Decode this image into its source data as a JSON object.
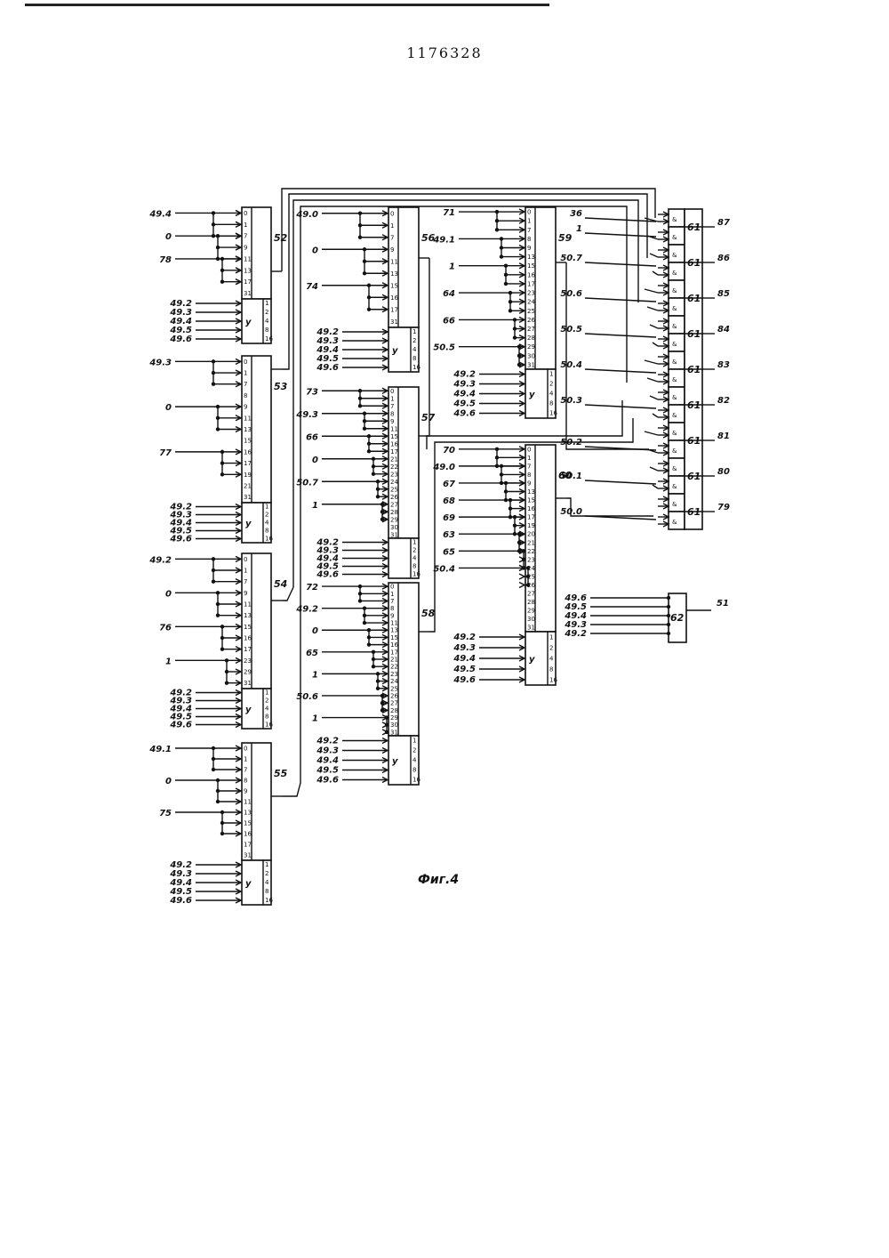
{
  "patent_number": "1176328",
  "caption": "Фиг.4",
  "blocks": [
    {
      "id": "52",
      "box": "52",
      "dec": "у",
      "inputs": [
        [
          "49.4",
          "1"
        ],
        [
          "0",
          "7"
        ],
        [
          "78",
          "11"
        ]
      ],
      "pins": [
        "0",
        "1",
        "7",
        "9",
        "11",
        "13",
        "17",
        "31"
      ],
      "dec_in": [
        "49.2",
        "49.3",
        "49.4",
        "49.5",
        "49.6"
      ],
      "dec_out": [
        "1",
        "2",
        "4",
        "8",
        "16"
      ]
    },
    {
      "id": "53",
      "box": "53",
      "dec": "у",
      "inputs": [
        [
          "49.3",
          "1"
        ],
        [
          "0",
          "5"
        ],
        [
          "77",
          "10"
        ]
      ],
      "pins": [
        "0",
        "1",
        "7",
        "8",
        "9",
        "11",
        "13",
        "15",
        "16",
        "17",
        "19",
        "21",
        "31"
      ],
      "dec_in": [
        "49.2",
        "49.3",
        "49.4",
        "49.5",
        "49.6"
      ],
      "dec_out": [
        "1",
        "2",
        "4",
        "8",
        "16"
      ]
    },
    {
      "id": "54",
      "box": "54",
      "dec": "у",
      "inputs": [
        [
          "49.2",
          "1"
        ],
        [
          "0",
          "5"
        ],
        [
          "76",
          "10"
        ],
        [
          "1",
          "20"
        ]
      ],
      "pins": [
        "0",
        "1",
        "7",
        "9",
        "11",
        "13",
        "15",
        "16",
        "17",
        "23",
        "29",
        "31"
      ],
      "dec_in": [
        "49.2",
        "49.3",
        "49.4",
        "49.5",
        "49.6"
      ],
      "dec_out": [
        "1",
        "2",
        "4",
        "8",
        "16"
      ]
    },
    {
      "id": "55",
      "box": "55",
      "dec": "у",
      "inputs": [
        [
          "49.1",
          "1"
        ],
        [
          "0",
          "5"
        ],
        [
          "75",
          "10"
        ]
      ],
      "pins": [
        "0",
        "1",
        "7",
        "8",
        "9",
        "11",
        "13",
        "15",
        "16",
        "17",
        "31"
      ],
      "dec_in": [
        "49.2",
        "49.3",
        "49.4",
        "49.5",
        "49.6"
      ],
      "dec_out": [
        "1",
        "2",
        "4",
        "8",
        "16"
      ]
    },
    {
      "id": "56",
      "box": "56",
      "dec": "у",
      "inputs": [
        [
          "49.0",
          "1"
        ],
        [
          "0",
          "5"
        ],
        [
          "74",
          "10"
        ]
      ],
      "pins": [
        "0",
        "1",
        "7",
        "9",
        "11",
        "13",
        "15",
        "16",
        "17",
        "31"
      ],
      "dec_in": [
        "49.2",
        "49.3",
        "49.4",
        "49.5",
        "49.6"
      ],
      "dec_out": [
        "1",
        "2",
        "4",
        "8",
        "16"
      ]
    },
    {
      "id": "57",
      "box": "57",
      "dec": "",
      "inputs": [
        [
          "73",
          "1"
        ],
        [
          "49.3",
          "5"
        ],
        [
          "66",
          "14"
        ],
        [
          "0",
          "17"
        ],
        [
          "50.7",
          "23"
        ],
        [
          "1",
          "25"
        ]
      ],
      "pins": [
        "0",
        "1",
        "7",
        "8",
        "9",
        "11",
        "15",
        "16",
        "17",
        "21",
        "22",
        "23",
        "24",
        "25",
        "26",
        "27",
        "28",
        "29",
        "30",
        "31"
      ],
      "dec_in": [
        "49.2",
        "49.3",
        "49.4",
        "49.5",
        "49.6"
      ],
      "dec_out": [
        "1",
        "2",
        "4",
        "8",
        "16"
      ]
    },
    {
      "id": "58",
      "box": "58",
      "dec": "у",
      "inputs": [
        [
          "72",
          "1"
        ],
        [
          "49.2",
          "5"
        ],
        [
          "0",
          "10"
        ],
        [
          "65",
          "15"
        ],
        [
          "1",
          "18"
        ],
        [
          "50.6",
          "24"
        ],
        [
          "1",
          "26"
        ]
      ],
      "pins": [
        "0",
        "1",
        "7",
        "8",
        "9",
        "11",
        "13",
        "15",
        "16",
        "17",
        "21",
        "22",
        "23",
        "24",
        "25",
        "26",
        "27",
        "28",
        "29",
        "30",
        "31"
      ],
      "dec_in": [
        "49.2",
        "49.3",
        "49.4",
        "49.5",
        "49.6"
      ],
      "dec_out": [
        "1",
        "2",
        "4",
        "8",
        "16"
      ]
    },
    {
      "id": "59",
      "box": "59",
      "dec": "у",
      "inputs": [
        [
          "71",
          "1"
        ],
        [
          "49.1",
          "5"
        ],
        [
          "1",
          "10"
        ],
        [
          "64",
          "15"
        ],
        [
          "66",
          "18"
        ],
        [
          "50.5",
          "24"
        ]
      ],
      "pins": [
        "0",
        "1",
        "7",
        "8",
        "9",
        "13",
        "15",
        "16",
        "17",
        "23",
        "24",
        "25",
        "26",
        "27",
        "28",
        "29",
        "30",
        "31"
      ],
      "dec_in": [
        "49.2",
        "49.3",
        "49.4",
        "49.5",
        "49.6"
      ],
      "dec_out": [
        "1",
        "2",
        "4",
        "8",
        "16"
      ]
    },
    {
      "id": "60",
      "box": "60",
      "dec": "у",
      "inputs": [
        [
          "70",
          "1"
        ],
        [
          "49.0",
          "5"
        ],
        [
          "67",
          "10"
        ],
        [
          "68",
          "15"
        ],
        [
          "69",
          "18"
        ],
        [
          "63",
          "21"
        ],
        [
          "65",
          "23"
        ],
        [
          "50.4",
          "27"
        ]
      ],
      "pins": [
        "0",
        "1",
        "7",
        "8",
        "9",
        "13",
        "15",
        "16",
        "17",
        "19",
        "20",
        "21",
        "22",
        "23",
        "24",
        "25",
        "26",
        "27",
        "28",
        "29",
        "30",
        "31"
      ],
      "dec_in": [
        "49.2",
        "49.3",
        "49.4",
        "49.5",
        "49.6"
      ],
      "dec_out": [
        "1",
        "2",
        "4",
        "8",
        "16"
      ]
    }
  ],
  "and_array": {
    "gate": "&",
    "box": "61",
    "inputs": [
      "36",
      "1",
      "50.7",
      "50.6",
      "50.5",
      "50.4",
      "50.3",
      "50.2",
      "50.1",
      "50.0"
    ],
    "outputs": [
      "87",
      "86",
      "85",
      "84",
      "83",
      "82",
      "81",
      "80",
      "79"
    ]
  },
  "or_block": {
    "box": "62",
    "inputs": [
      "49.6",
      "49.5",
      "49.4",
      "49.3",
      "49.2"
    ],
    "output": "51"
  }
}
